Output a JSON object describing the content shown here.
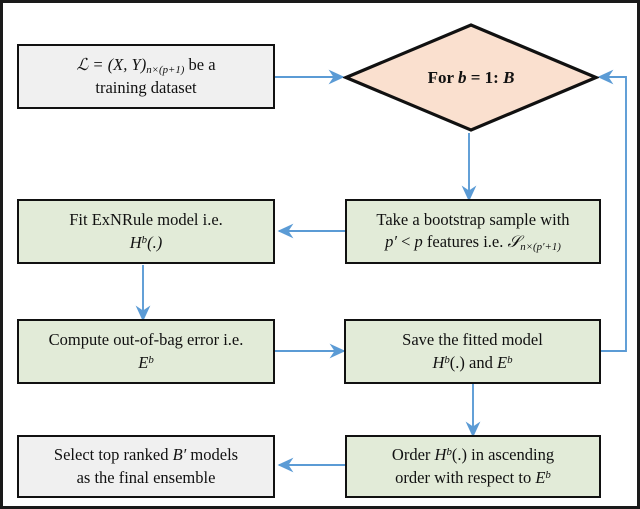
{
  "diagram": {
    "title": "ExNRule ensemble flowchart",
    "type": "flowchart",
    "colors": {
      "frame_border": "#1a1a1a",
      "node_border": "#111111",
      "gray_fill": "#f0f0f0",
      "green_fill": "#e2ebd8",
      "diamond_fill": "#fae0cf",
      "arrow": "#5b9bd5"
    },
    "nodes": [
      {
        "id": "training-dataset",
        "shape": "rectangle",
        "fill": "gray",
        "line1_pre": "ℒ = (X, Y)",
        "line1_sub": "n×(p+1)",
        "line1_post": " be a",
        "line2": "training dataset",
        "plain_text": "ℒ = (X, Y)n×(p+1) be a training dataset"
      },
      {
        "id": "for-loop",
        "shape": "diamond",
        "fill": "diamond",
        "text_pre": "For ",
        "text_math": "b",
        "text_mid": " = 1: ",
        "text_math2": "B",
        "plain_text": "For b = 1: B"
      },
      {
        "id": "bootstrap-sample",
        "shape": "rectangle",
        "fill": "green",
        "line1": "Take a bootstrap sample with",
        "line2_a": "p′",
        "line2_b": " < ",
        "line2_c": "p",
        "line2_d": " features i.e. ",
        "line2_e": "𝒮",
        "line2_sub": "n×(p′+1)",
        "plain_text": "Take a bootstrap sample with p′ < p features i.e. S n×(p′+1)"
      },
      {
        "id": "fit-exnrule",
        "shape": "rectangle",
        "fill": "green",
        "line1": "Fit ExNRule model i.e.",
        "line2_base": "H",
        "line2_sup": "b",
        "line2_post": "(.)",
        "plain_text": "Fit ExNRule model i.e. H^b(.)"
      },
      {
        "id": "oob-error",
        "shape": "rectangle",
        "fill": "green",
        "line1": "Compute out-of-bag error i.e.",
        "line2_base": "E",
        "line2_sup": "b",
        "plain_text": "Compute out-of-bag error i.e. E^b"
      },
      {
        "id": "save-model",
        "shape": "rectangle",
        "fill": "green",
        "line1": "Save the fitted model",
        "line2_a": "H",
        "line2_sup1": "b",
        "line2_b": "(.) and ",
        "line2_c": "E",
        "line2_sup2": "b",
        "plain_text": "Save the fitted model H^b(.) and E^b"
      },
      {
        "id": "order-models",
        "shape": "rectangle",
        "fill": "green",
        "line1_pre": "Order ",
        "line1_base": "H",
        "line1_sup": "b",
        "line1_post": "(.) in ascending",
        "line2_pre": "order with respect to ",
        "line2_base": "E",
        "line2_sup": "b",
        "plain_text": "Order H^b(.) in ascending order with respect to E^b"
      },
      {
        "id": "final-ensemble",
        "shape": "rectangle",
        "fill": "gray",
        "line1_pre": "Select top ranked ",
        "line1_math": "B′",
        "line1_post": " models",
        "line2": "as the final ensemble",
        "plain_text": "Select top ranked B′ models as the final ensemble"
      }
    ],
    "edges": [
      {
        "id": "edge-dataset-to-loop",
        "from": "training-dataset",
        "to": "for-loop",
        "direction": "right"
      },
      {
        "id": "edge-loop-to-bootstrap",
        "from": "for-loop",
        "to": "bootstrap-sample",
        "direction": "down"
      },
      {
        "id": "edge-bootstrap-to-fit",
        "from": "bootstrap-sample",
        "to": "fit-exnrule",
        "direction": "left"
      },
      {
        "id": "edge-fit-to-oob",
        "from": "fit-exnrule",
        "to": "oob-error",
        "direction": "down"
      },
      {
        "id": "edge-oob-to-save",
        "from": "oob-error",
        "to": "save-model",
        "direction": "right"
      },
      {
        "id": "edge-save-to-loop",
        "from": "save-model",
        "to": "for-loop",
        "direction": "loop-back-right-up"
      },
      {
        "id": "edge-save-to-order",
        "from": "save-model",
        "to": "order-models",
        "direction": "down"
      },
      {
        "id": "edge-order-to-ensemble",
        "from": "order-models",
        "to": "final-ensemble",
        "direction": "left"
      }
    ]
  }
}
